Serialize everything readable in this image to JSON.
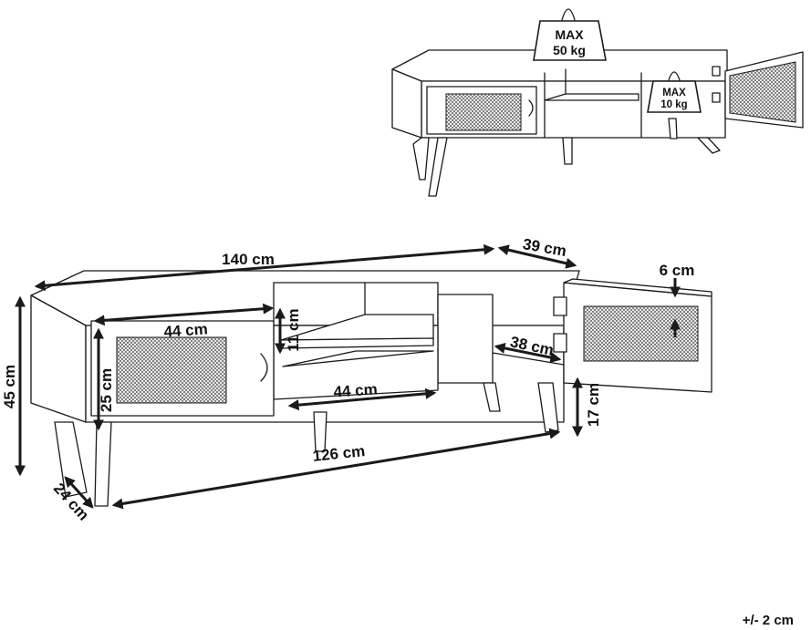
{
  "weights": {
    "top_line1": "MAX",
    "top_line2": "50 kg",
    "shelf_line1": "MAX",
    "shelf_line2": "10 kg"
  },
  "dimensions": {
    "width": "140 cm",
    "depth": "39 cm",
    "door_thickness": "6 cm",
    "height": "45 cm",
    "door_width": "44 cm",
    "shelf_gap": "11 cm",
    "door_height": "25 cm",
    "inner_depth": "38 cm",
    "shelf_width": "44 cm",
    "leg_height": "17 cm",
    "leg_span": "126 cm",
    "leg_depth": "24 cm"
  },
  "tolerance": "+/- 2 cm"
}
